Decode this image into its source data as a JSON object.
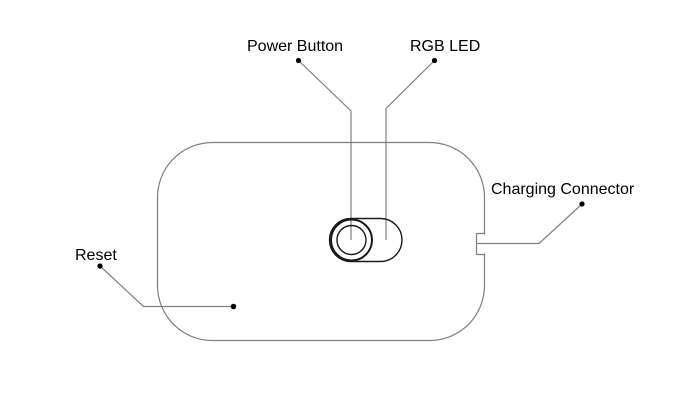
{
  "diagram": {
    "labels": {
      "power_button": "Power Button",
      "rgb_led": "RGB LED",
      "charging_connector": "Charging Connector",
      "reset": "Reset"
    },
    "colors": {
      "background": "#ffffff",
      "outline": "#7f7f7f",
      "leader_line": "#7f7f7f",
      "part_stroke": "#1a1a1a",
      "dot": "#000000",
      "text": "#000000"
    }
  }
}
